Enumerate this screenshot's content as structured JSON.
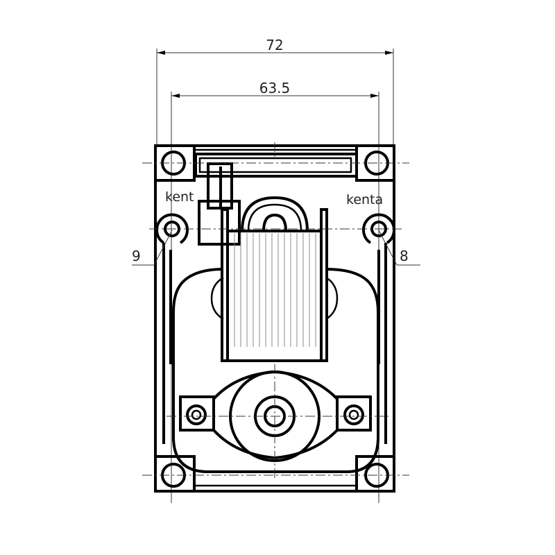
{
  "dimensions": {
    "overall_width": "72",
    "hole_spacing": "63.5"
  },
  "labels": {
    "left_text": "kent",
    "right_text": "kenta",
    "left_callout": "9",
    "right_callout": "8"
  }
}
